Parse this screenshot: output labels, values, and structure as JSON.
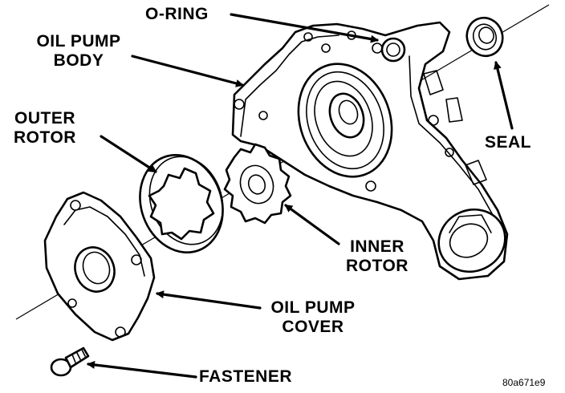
{
  "labels": {
    "o_ring": "O-RING",
    "oil_pump_body_1": "OIL PUMP",
    "oil_pump_body_2": "BODY",
    "outer_rotor_1": "OUTER",
    "outer_rotor_2": "ROTOR",
    "seal": "SEAL",
    "inner_rotor_1": "INNER",
    "inner_rotor_2": "ROTOR",
    "oil_pump_cover_1": "OIL PUMP",
    "oil_pump_cover_2": "COVER",
    "fastener": "FASTENER"
  },
  "figure_id": "80a671e9"
}
